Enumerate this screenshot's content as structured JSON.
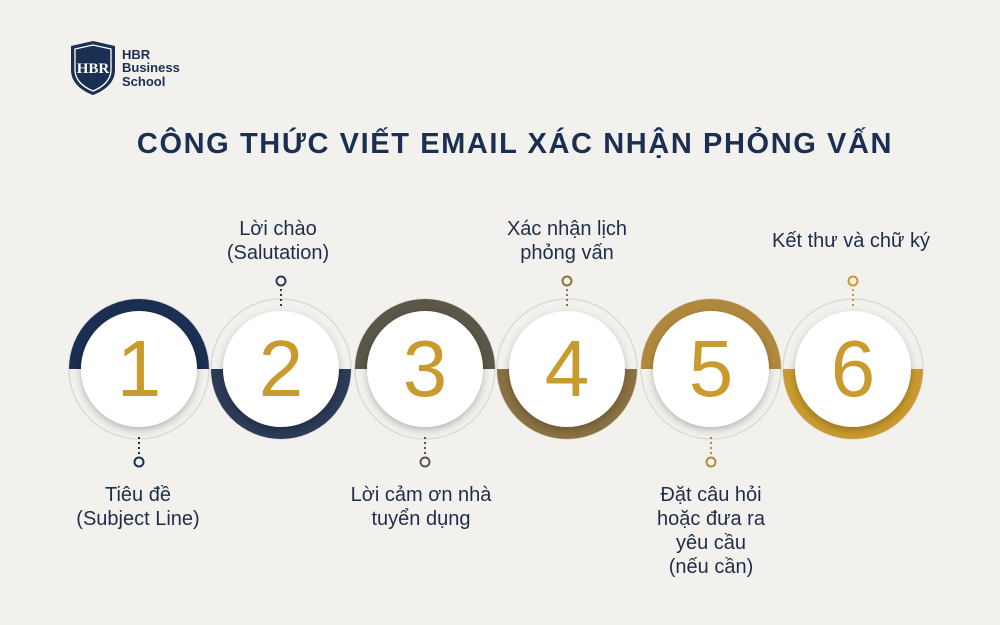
{
  "brand": {
    "monogram": "HBR",
    "name_lines": [
      "HBR",
      "Business",
      "School"
    ],
    "colors": {
      "navy": "#1b2f52",
      "gold": "#c99a2e",
      "background": "#f3f1ed"
    }
  },
  "title": "CÔNG THỨC VIẾT EMAIL XÁC NHẬN PHỎNG VẤN",
  "steps": [
    {
      "number": "1",
      "label_lines": [
        "Tiêu đề",
        "(Subject Line)"
      ],
      "label_position": "bottom",
      "ring_color": "#1b2f52",
      "arc": "top"
    },
    {
      "number": "2",
      "label_lines": [
        "Lời chào",
        "(Salutation)"
      ],
      "label_position": "top",
      "ring_color": "#2c3b57",
      "arc": "bottom"
    },
    {
      "number": "3",
      "label_lines": [
        "Lời cảm ơn nhà",
        "tuyển dụng"
      ],
      "label_position": "bottom",
      "ring_color": "#5a5648",
      "arc": "top"
    },
    {
      "number": "4",
      "label_lines": [
        "Xác nhận lịch",
        "phỏng vấn"
      ],
      "label_position": "top",
      "ring_color": "#8a7143",
      "arc": "bottom"
    },
    {
      "number": "5",
      "label_lines": [
        "Đặt câu hỏi",
        "hoặc đưa ra",
        "yêu cầu",
        "(nếu cần)"
      ],
      "label_position": "bottom",
      "ring_color": "#b1893d",
      "arc": "top"
    },
    {
      "number": "6",
      "label_lines": [
        "Kết thư và chữ ký"
      ],
      "label_position": "top",
      "ring_color": "#c99a2e",
      "arc": "bottom"
    }
  ]
}
